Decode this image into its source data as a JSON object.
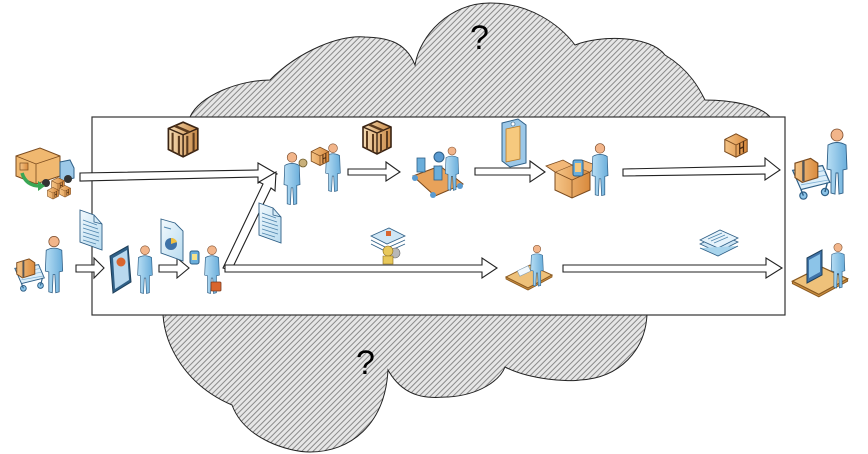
{
  "diagram": {
    "title": "Supply chain process flow with unknown external processes",
    "clouds": [
      {
        "id": "top-cloud",
        "label": "?"
      },
      {
        "id": "bottom-cloud",
        "label": "?"
      }
    ],
    "colors": {
      "hatch_line": "#8c8c8c",
      "hatch_bg": "#e4e4e4",
      "cloud_stroke": "#222222",
      "box_stroke": "#333333",
      "person": "#8cc4e8",
      "person_dark": "#3d7fb3",
      "skin": "#f2b58a",
      "carton": "#e8a25a",
      "carton_dark": "#a8642a",
      "doc": "#d6ecf8",
      "doc_line": "#5a8fb5",
      "green": "#3aa655",
      "desk": "#e8b864"
    },
    "material_flow": {
      "nodes": [
        {
          "id": "supplier-truck",
          "icon": "delivery-truck-icon"
        },
        {
          "id": "receiving",
          "icon": "receiving-clerk-icon"
        },
        {
          "id": "assembly",
          "icon": "assembly-line-worker-icon"
        },
        {
          "id": "packing",
          "icon": "packing-worker-icon"
        },
        {
          "id": "customer",
          "icon": "customer-with-cart-icon"
        }
      ],
      "items": [
        {
          "id": "wooden-crate-1",
          "icon": "wooden-crate-icon"
        },
        {
          "id": "wooden-crate-2",
          "icon": "wooden-crate-icon"
        },
        {
          "id": "product-box",
          "icon": "product-package-icon"
        },
        {
          "id": "shipping-carton",
          "icon": "shipping-carton-icon"
        }
      ]
    },
    "information_flow": {
      "nodes": [
        {
          "id": "shopper",
          "icon": "shopper-with-cart-icon"
        },
        {
          "id": "sales-presenter",
          "icon": "presentation-worker-icon"
        },
        {
          "id": "mobile-worker",
          "icon": "mobile-device-worker-icon"
        },
        {
          "id": "clerk-desk",
          "icon": "desk-worker-icon"
        },
        {
          "id": "computer-user",
          "icon": "computer-workstation-icon"
        }
      ],
      "items": [
        {
          "id": "order-doc",
          "icon": "document-icon"
        },
        {
          "id": "report-doc",
          "icon": "pie-chart-report-icon"
        },
        {
          "id": "purchase-doc",
          "icon": "document-icon"
        },
        {
          "id": "personnel-files",
          "icon": "personnel-records-icon"
        },
        {
          "id": "document-stack",
          "icon": "document-stack-icon"
        }
      ]
    }
  }
}
